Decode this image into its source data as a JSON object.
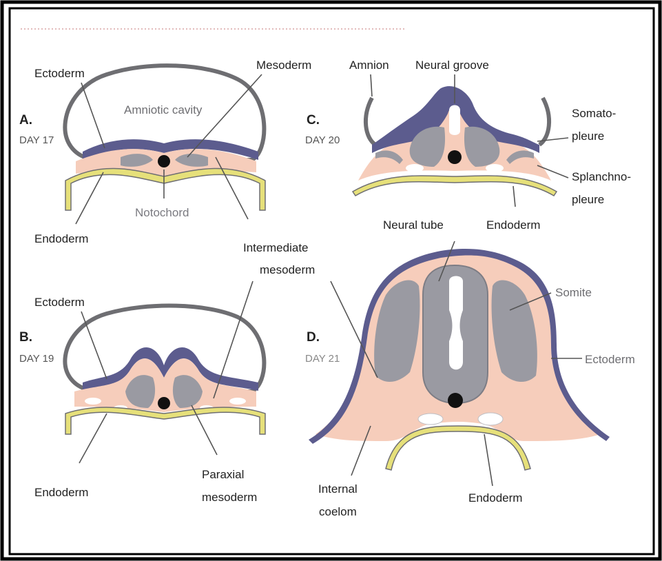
{
  "panels": {
    "a": {
      "letter": "A.",
      "day": "DAY 17"
    },
    "b": {
      "letter": "B.",
      "day": "DAY 19"
    },
    "c": {
      "letter": "C.",
      "day": "DAY 20"
    },
    "d": {
      "letter": "D.",
      "day": "DAY 21"
    }
  },
  "labels": {
    "ectoderm_a": "Ectoderm",
    "mesoderm_a": "Mesoderm",
    "amniotic_cavity": "Amniotic cavity",
    "notochord": "Notochord",
    "endoderm_a": "Endoderm",
    "amnion": "Amnion",
    "neural_groove": "Neural groove",
    "somatopleure_1": "Somato-",
    "somatopleure_2": "pleure",
    "splanchnopleure_1": "Splanchno-",
    "splanchnopleure_2": "pleure",
    "endoderm_c": "Endoderm",
    "neural_tube": "Neural tube",
    "intermediate_1": "Intermediate",
    "intermediate_2": "mesoderm",
    "ectoderm_b": "Ectoderm",
    "somite": "Somite",
    "ectoderm_d": "Ectoderm",
    "endoderm_b": "Endoderm",
    "paraxial_1": "Paraxial",
    "paraxial_2": "mesoderm",
    "internal_coelom_1": "Internal",
    "internal_coelom_2": "coelom",
    "endoderm_d": "Endoderm"
  },
  "colors": {
    "ectoderm": "#5c5c8e",
    "mesoderm": "#f6cdbb",
    "paraxial": "#9a9aa2",
    "endoderm": "#e6e07a",
    "outline": "#6e6e72",
    "notochord": "#111111",
    "frame": "#000000",
    "label": "#222222",
    "light_label": "#7a7a80"
  }
}
